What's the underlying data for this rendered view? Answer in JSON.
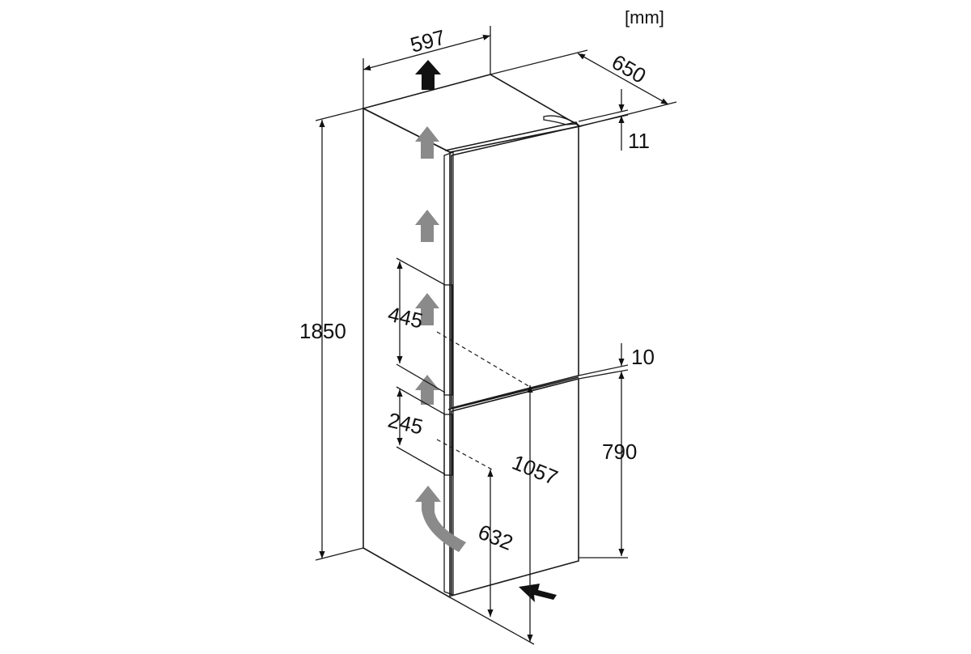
{
  "unit_label": "[mm]",
  "dimensions": {
    "width": "597",
    "depth": "650",
    "height": "1850",
    "door_top_gap": "11",
    "door_gap": "10",
    "handle_upper": "445",
    "handle_lower": "245",
    "freezer_height": "790",
    "upper_handle_height": "1057",
    "lower_handle_height": "632"
  },
  "colors": {
    "side_panel": "#f1f1f1",
    "top_panel": "#f7f7f7",
    "door": "#e2e2e2",
    "airflow_arrow": "#8a8a8a",
    "direction_arrow": "#111111"
  }
}
